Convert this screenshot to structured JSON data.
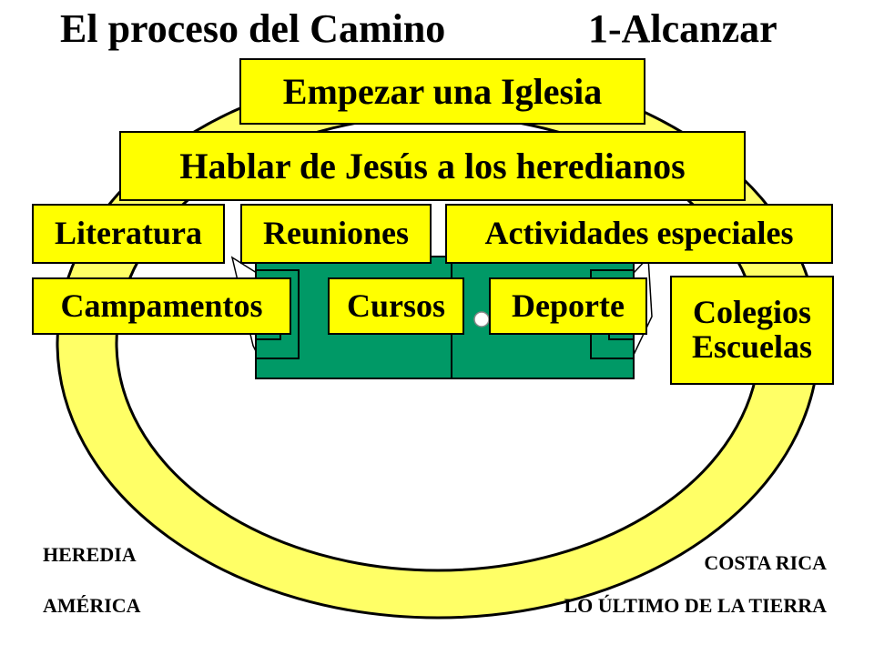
{
  "title": {
    "left": "El proceso del Camino",
    "right": "1-Alcanzar"
  },
  "boxes": {
    "church": "Empezar una Iglesia",
    "talk": "Hablar de Jesús a los heredianos",
    "literature": "Literatura",
    "meetings": "Reuniones",
    "special": "Actividades especiales",
    "camps": "Campamentos",
    "courses": "Cursos",
    "sport": "Deporte",
    "schools_line1": "Colegios",
    "schools_line2": "Escuelas"
  },
  "corners": {
    "heredia": "HEREDIA",
    "costa_rica": "COSTA RICA",
    "america": "AMÉRICA",
    "end_of_earth": "LO ÚLTIMO DE LA TIERRA"
  },
  "colors": {
    "ring": "#ffff66",
    "field": "#009966",
    "box": "#ffff00"
  }
}
